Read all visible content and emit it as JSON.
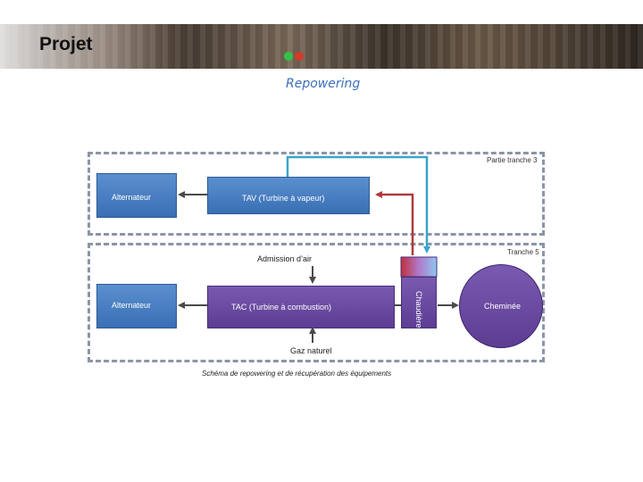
{
  "header": {
    "title": "Projet"
  },
  "subtitle": "Repowering",
  "zones": {
    "upper_label": "Partie tranche 3",
    "lower_label": "Tranche 5"
  },
  "boxes": {
    "alternateur_top": "Alternateur",
    "tav": "TAV (Turbine à vapeur)",
    "alternateur_bottom": "Alternateur",
    "tac": "TAC (Turbine à combustion)",
    "chaudiere": "Chaudière",
    "cheminee": "Cheminée"
  },
  "labels": {
    "admission": "Admission d’air",
    "gaz": "Gaz naturel"
  },
  "caption": "Schéma de repowering et de récupération des équipements",
  "colors": {
    "box_blue": "#3a6fb4",
    "box_purple": "#5c3d92",
    "arrow_dark": "#4a4a4a",
    "arrow_red": "#b03a3a",
    "arrow_teal": "#3aa5c9",
    "zone_border": "#8a95a8",
    "subtitle": "#3a70b8"
  }
}
